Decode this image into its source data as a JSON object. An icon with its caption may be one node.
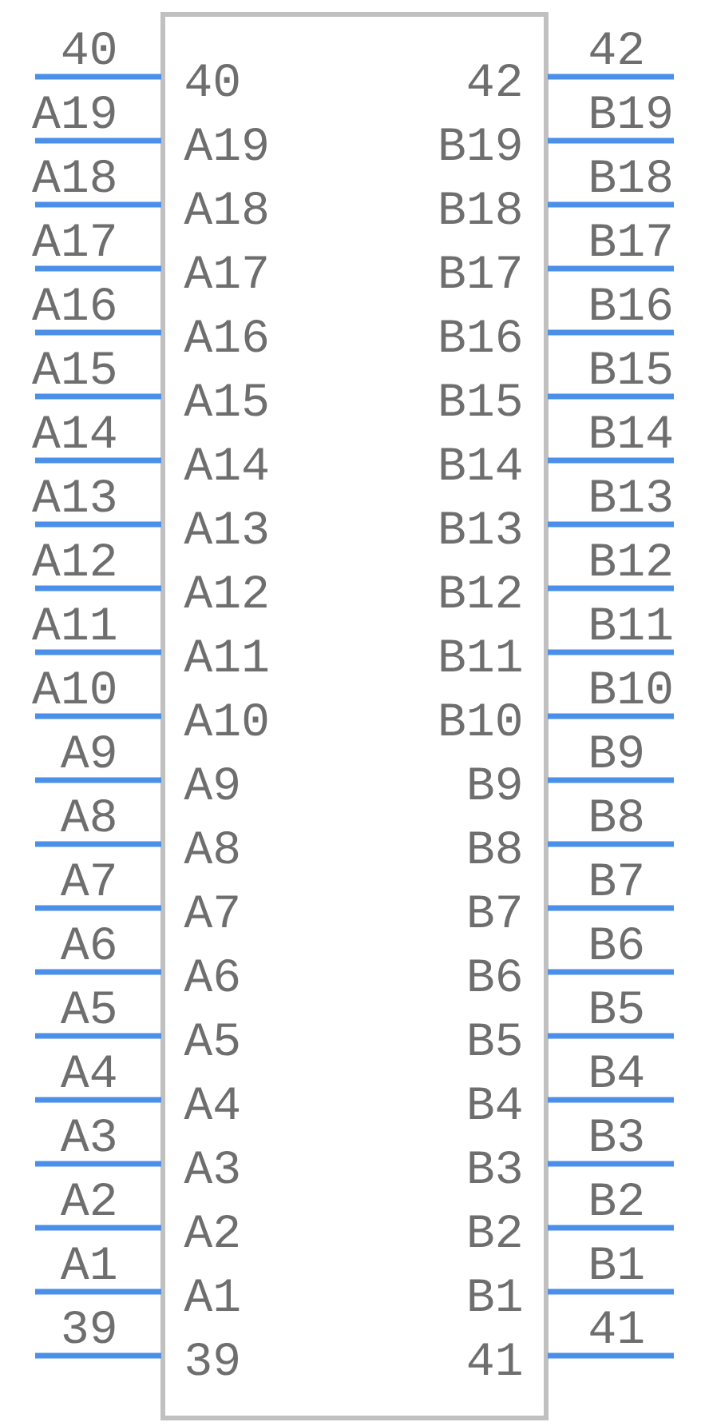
{
  "diagram": {
    "labels": [
      "40",
      "40",
      "42",
      "42",
      "A19",
      "A19",
      "B19",
      "B19",
      "A18",
      "A18",
      "B18",
      "B18",
      "A17",
      "A17",
      "B17",
      "B17",
      "A16",
      "A16",
      "B16",
      "B16",
      "A15",
      "A15",
      "B15",
      "B15",
      "A14",
      "A14",
      "B14",
      "B14",
      "A13",
      "A13",
      "B13",
      "B13",
      "A12",
      "A12",
      "B12",
      "B12",
      "A11",
      "A11",
      "B11",
      "B11",
      "A10",
      "A10",
      "B10",
      "B10",
      "A9",
      "A9",
      "B9",
      "B9",
      "A8",
      "A8",
      "B8",
      "B8",
      "A7",
      "A7",
      "B7",
      "B7",
      "A6",
      "A6",
      "B6",
      "B6",
      "A5",
      "A5",
      "B5",
      "B5",
      "A4",
      "A4",
      "B4",
      "B4",
      "A3",
      "A3",
      "B3",
      "B3",
      "A2",
      "A2",
      "B2",
      "B2",
      "A1",
      "A1",
      "B1",
      "B1",
      "39",
      "39",
      "41",
      "41"
    ]
  }
}
